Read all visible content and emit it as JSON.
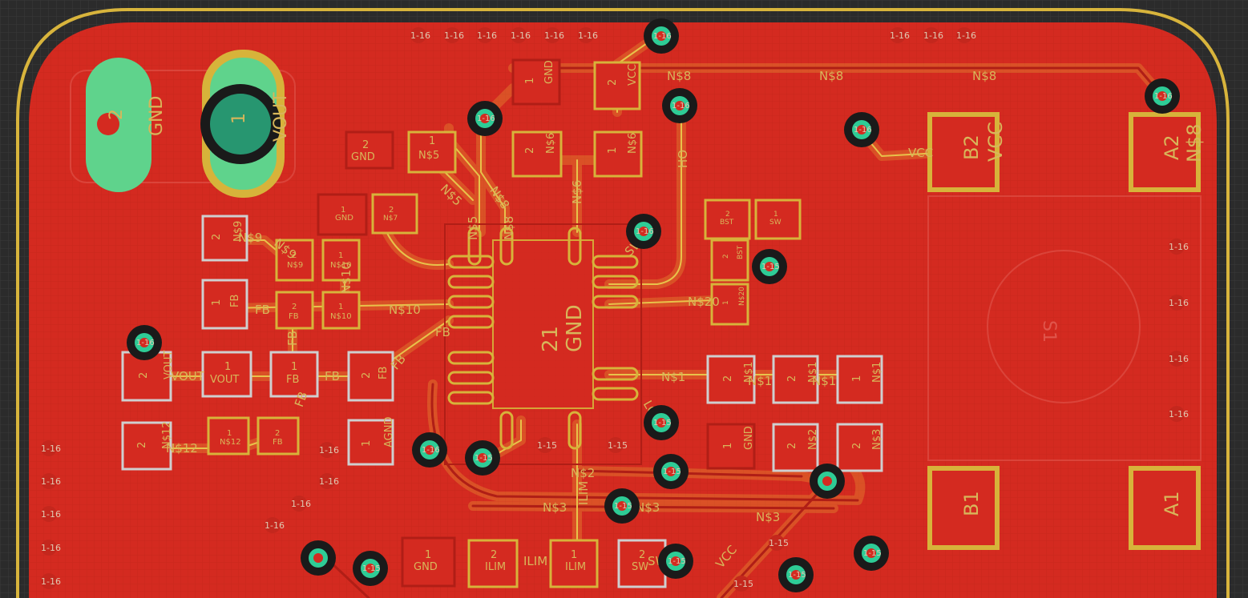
{
  "colors": {
    "background": "#2b2b2b",
    "grid": "#3a3a3a",
    "board_outline": "#d8b43c",
    "copper_top": "#d42a20",
    "copper_top_dark": "#b01e16",
    "pad": "#d7b33a",
    "pad_inner": "#c8261d",
    "via_ring": "#1a1a1a",
    "via_core": "#2ecc96",
    "thru_pad": "#5fd38c",
    "label": "#d8b65a"
  },
  "toolbar": {
    "via_label": "1-16",
    "via_label_alt": "1-15"
  },
  "components": {
    "j_gnd": {
      "pad": "2",
      "net": "GND"
    },
    "j_vout": {
      "pad": "1",
      "net": "VOUT"
    },
    "u1_center": {
      "pad": "21",
      "net": "GND"
    },
    "b2": {
      "pad": "B2",
      "net": "VCC"
    },
    "a2": {
      "pad": "A2",
      "net": "N$8"
    },
    "b1": {
      "pad": "B1"
    },
    "a1": {
      "pad": "A1"
    },
    "s1": {
      "ref": "S1"
    }
  },
  "pads": [
    {
      "num": "2",
      "net": "GND"
    },
    {
      "num": "1",
      "net": "N$5"
    },
    {
      "num": "1",
      "net": "GND"
    },
    {
      "num": "2",
      "net": "VCC"
    },
    {
      "num": "2",
      "net": "N$6"
    },
    {
      "num": "1",
      "net": "N$6"
    },
    {
      "num": "1",
      "net": "GND"
    },
    {
      "num": "2",
      "net": "N$7"
    },
    {
      "num": "2",
      "net": "BST"
    },
    {
      "num": "1",
      "net": "SW"
    },
    {
      "num": "2",
      "net": "BST"
    },
    {
      "num": "1",
      "net": "N$20"
    },
    {
      "num": "2",
      "net": "N$9"
    },
    {
      "num": "1",
      "net": "FB"
    },
    {
      "num": "2",
      "net": "N$9"
    },
    {
      "num": "1",
      "net": "N$10"
    },
    {
      "num": "2",
      "net": "FB"
    },
    {
      "num": "1",
      "net": "N$10"
    },
    {
      "num": "2",
      "net": "VOUT"
    },
    {
      "num": "1",
      "net": "VOUT"
    },
    {
      "num": "1",
      "net": "FB"
    },
    {
      "num": "2",
      "net": "FB"
    },
    {
      "num": "1",
      "net": "AGND"
    },
    {
      "num": "2",
      "net": "N$12"
    },
    {
      "num": "1",
      "net": "N$12"
    },
    {
      "num": "2",
      "net": "FB"
    },
    {
      "num": "2",
      "net": "N$1"
    },
    {
      "num": "2",
      "net": "N$1"
    },
    {
      "num": "1",
      "net": "N$1"
    },
    {
      "num": "1",
      "net": "GND"
    },
    {
      "num": "2",
      "net": "N$2"
    },
    {
      "num": "2",
      "net": "N$3"
    },
    {
      "num": "1",
      "net": "GND"
    },
    {
      "num": "2",
      "net": "ILIM"
    },
    {
      "num": "1",
      "net": "ILIM"
    },
    {
      "num": "2",
      "net": "SW"
    }
  ],
  "trace_labels": [
    "N$8",
    "N$8",
    "N$8",
    "VCC",
    "HO",
    "N$6",
    "SW",
    "N$5",
    "N$8",
    "N$9",
    "N$9",
    "N$10",
    "N$10",
    "FB",
    "FB",
    "FB",
    "FB",
    "VOUT",
    "FB",
    "FB",
    "N$20",
    "N$1",
    "N$1",
    "N$1",
    "LO",
    "N$2",
    "N$3",
    "N$3",
    "N$3",
    "ILIM",
    "ILIM",
    "SW",
    "VCC",
    "N$12",
    "N$5",
    "N$8"
  ],
  "via_tags": [
    "1-16",
    "1-15"
  ]
}
